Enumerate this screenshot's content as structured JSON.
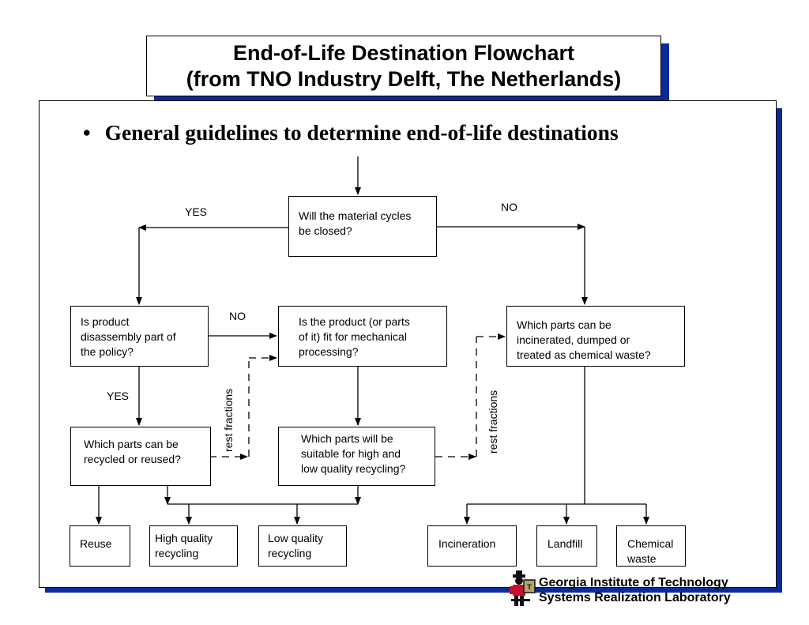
{
  "slide": {
    "title_line1": "End-of-Life Destination Flowchart",
    "title_line2": "(from TNO Industry Delft, The Netherlands)",
    "subtitle_bullet": "•",
    "subtitle": "General guidelines to determine end-of-life destinations"
  },
  "flowchart": {
    "q_closed": "Will the material cycles\nbe closed?",
    "q_disassembly": "Is product\ndisassembly part of\nthe policy?",
    "q_mechanical": "Is the product (or parts\nof it) fit for mechanical\nprocessing?",
    "q_incinerate": "Which parts can be\nincinerated, dumped or\ntreated as chemical waste?",
    "q_recycled": "Which parts can be\nrecycled or reused?",
    "q_quality": "Which parts will be\nsuitable for high and\nlow quality recycling?",
    "out_reuse": "Reuse",
    "out_high": "High quality\nrecycling",
    "out_low": "Low quality\nrecycling",
    "out_incineration": "Incineration",
    "out_landfill": "Landfill",
    "out_chemical": "Chemical\nwaste",
    "label_yes_top": "YES",
    "label_no_top": "NO",
    "label_no_mid": "NO",
    "label_yes_mid": "YES",
    "label_rest_left": "rest fractions",
    "label_rest_right": "rest fractions"
  },
  "footer": {
    "line1": "Georgia Institute of Technology",
    "line2": "Systems Realization Laboratory",
    "logo_icon": "georgia-tech-mascot-icon"
  },
  "colors": {
    "shadow": "#0a2a9c",
    "line": "#000000",
    "logo_red": "#c8102e",
    "logo_gold": "#b3a369"
  }
}
